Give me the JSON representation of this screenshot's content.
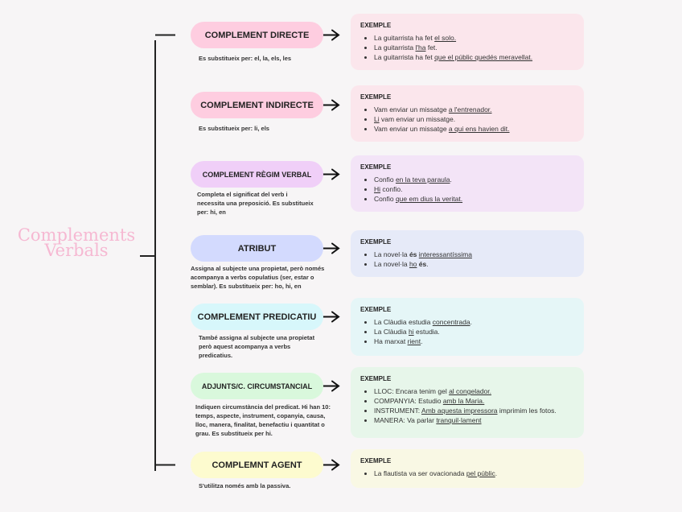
{
  "title_lines": [
    "Complements",
    "Verbals"
  ],
  "sections": [
    {
      "label": "COMPLEMENT DIRECTE",
      "desc": [
        "Es substitueix per: el, la, els, les"
      ],
      "example_head": "EXEMPLE",
      "items": [
        [
          {
            "t": "La guitarrista ha fet "
          },
          {
            "t": "el solo.",
            "u": true
          }
        ],
        [
          {
            "t": "La guitarrista "
          },
          {
            "t": "l'ha",
            "u": true
          },
          {
            "t": " fet."
          }
        ],
        [
          {
            "t": "La guitarrista ha fet "
          },
          {
            "t": "que el públic quedés meravellat.",
            "u": true
          }
        ]
      ]
    },
    {
      "label": "COMPLEMENT INDIRECTE",
      "desc": [
        "Es substitueix per: li, els"
      ],
      "example_head": "EXEMPLE",
      "items": [
        [
          {
            "t": "Vam enviar un missatge "
          },
          {
            "t": "a l'entrenador.",
            "u": true
          }
        ],
        [
          {
            "t": "Li",
            "u": true
          },
          {
            "t": " vam enviar un missatge."
          }
        ],
        [
          {
            "t": "Vam enviar un missatge "
          },
          {
            "t": "a qui ens havien dit.",
            "u": true
          }
        ]
      ]
    },
    {
      "label": "COMPLEMENT RÈGIM VERBAL",
      "desc": [
        "Completa el significat del verb i",
        "necessita una preposició. Es substitueix",
        "per: hi, en"
      ],
      "example_head": "EXEMPLE",
      "items": [
        [
          {
            "t": "Confio "
          },
          {
            "t": "en la teva paraula",
            "u": true
          },
          {
            "t": "."
          }
        ],
        [
          {
            "t": "Hi",
            "u": true
          },
          {
            "t": " confio."
          }
        ],
        [
          {
            "t": "Confio "
          },
          {
            "t": "que em dius la veritat.",
            "u": true
          }
        ]
      ]
    },
    {
      "label": "ATRIBUT",
      "desc": [
        "Assigna al subjecte una propietat, però només",
        "acompanya a verbs copulatius (ser, estar o",
        "semblar). Es substitueix per: ho, hi, en"
      ],
      "example_head": "EXEMPLE",
      "items": [
        [
          {
            "t": "La novel·la "
          },
          {
            "t": "és",
            "b": true
          },
          {
            "t": " "
          },
          {
            "t": "interessantíssima",
            "u": true
          }
        ],
        [
          {
            "t": "La novel·la "
          },
          {
            "t": "ho",
            "u": true
          },
          {
            "t": " "
          },
          {
            "t": "és",
            "b": true
          },
          {
            "t": "."
          }
        ]
      ]
    },
    {
      "label": "COMPLEMENT PREDICATIU",
      "desc": [
        "També assigna al subjecte una propietat",
        "però aquest acompanya a verbs",
        "predicatius."
      ],
      "example_head": "EXEMPLE",
      "items": [
        [
          {
            "t": "La Clàudia estudia "
          },
          {
            "t": "concentrada",
            "u": true
          },
          {
            "t": "."
          }
        ],
        [
          {
            "t": "La Clàudia "
          },
          {
            "t": "hi",
            "u": true
          },
          {
            "t": " estudia."
          }
        ],
        [
          {
            "t": "Ha marxat "
          },
          {
            "t": "rient",
            "u": true
          },
          {
            "t": "."
          }
        ]
      ]
    },
    {
      "label": "ADJUNTS/C. CIRCUMSTANCIAL",
      "desc": [
        "Indiquen circumstància del predicat. Hi han 10:",
        "temps, aspecte, instrument, copanyia, causa,",
        "lloc, manera, finalitat, benefactiu i quantitat o",
        "grau. Es substitueix per hi."
      ],
      "example_head": "EXEMPLE",
      "items": [
        [
          {
            "t": "LLOC: Encara tenim gel "
          },
          {
            "t": "al congelador.",
            "u": true
          }
        ],
        [
          {
            "t": "COMPANYIA: Estudio "
          },
          {
            "t": "amb la Maria.",
            "u": true
          }
        ],
        [
          {
            "t": "INSTRUMENT: "
          },
          {
            "t": "Amb aquesta impressora",
            "u": true
          },
          {
            "t": " imprimim les fotos."
          }
        ],
        [
          {
            "t": "MANERA: Va parlar "
          },
          {
            "t": "tranquil·lament",
            "u": true
          }
        ]
      ]
    },
    {
      "label": "COMPLEMNT AGENT",
      "desc": [
        "S'utilitza només amb la passiva."
      ],
      "example_head": "EXEMPLE",
      "items": [
        [
          {
            "t": "La flautista va ser ovacionada "
          },
          {
            "t": "pel públic",
            "u": true
          },
          {
            "t": "."
          }
        ]
      ]
    }
  ]
}
